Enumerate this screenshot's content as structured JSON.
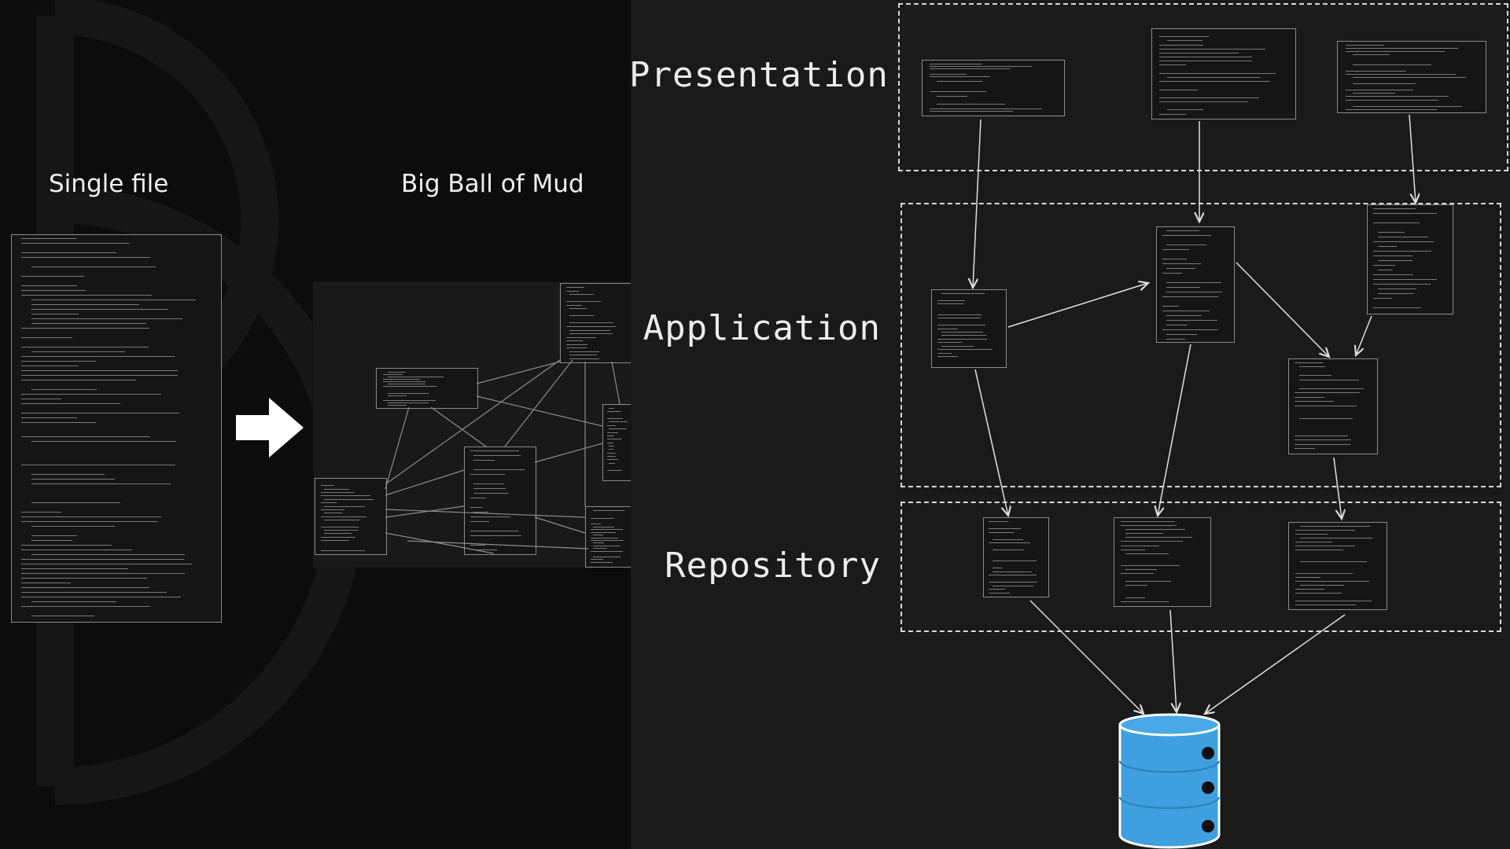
{
  "captions": {
    "single_file": "Single file",
    "big_ball_of_mud": "Big Ball of Mud"
  },
  "layers": {
    "presentation": "Presentation",
    "application": "Application",
    "repository": "Repository"
  },
  "icons": {
    "arrow": "right-arrow-icon",
    "database": "database-icon"
  },
  "colors": {
    "background_left": "#0c0c0c",
    "background_right": "#1a1a1a",
    "database_fill": "#3f9fdf",
    "line": "#e0e0e0"
  }
}
